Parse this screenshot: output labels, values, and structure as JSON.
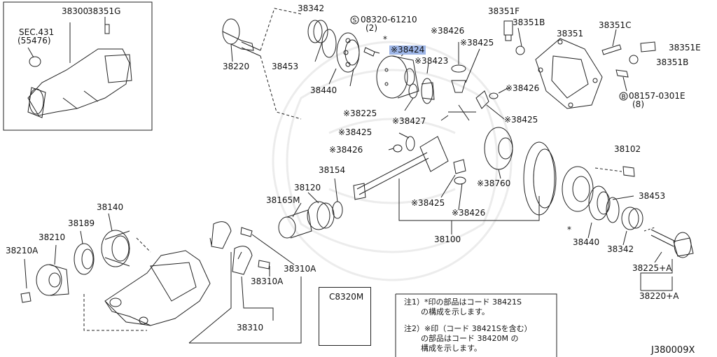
{
  "diagram_code": "J380009X",
  "inset": {
    "labels": {
      "assembly": "38300",
      "breather": "38351G",
      "sec_ref": "SEC.431",
      "sec_part": "(55476)"
    }
  },
  "labels": {
    "l38342_top": "38342",
    "l_bolt_code": "08320-61210",
    "l_bolt_qty": "(2)",
    "l38351F": "38351F",
    "l38351B_top": "38351B",
    "l38351": "38351",
    "l38351C": "38351C",
    "l38351E": "38351E",
    "l38351B_right": "38351B",
    "l_bolt2_code": "08157-0301E",
    "l_bolt2_qty": "(8)",
    "l38426_a": "※38426",
    "l38424": "※38424",
    "l38423": "※38423",
    "l38425_a": "※38425",
    "l38220": "38220",
    "l38453_top": "38453",
    "l38440_top": "38440",
    "l38225": "※38225",
    "l38427": "※38427",
    "l38426_b": "※38426",
    "l38425_b": "※38425",
    "l38425_c": "※38425",
    "l38426_c": "※38426",
    "l38154": "38154",
    "l38120": "38120",
    "l38165M": "38165M",
    "l38760": "※38760",
    "l38425_d": "※38425",
    "l38426_d": "※38426",
    "l38100": "38100",
    "l38102": "38102",
    "l38453_right": "38453",
    "l38440_right": "38440",
    "l38342_right": "38342",
    "l38225A": "38225+A",
    "l38220A": "38220+A",
    "l38140": "38140",
    "l38189": "38189",
    "l38210": "38210",
    "l38210A": "38210A",
    "l38310A_a": "38310A",
    "l38310A_b": "38310A",
    "l38310": "38310",
    "l_star_mark_a": "*",
    "l_star_mark_b": "*",
    "l_star_mark_c": "*"
  },
  "sealant": {
    "code": "C8320M"
  },
  "notes": {
    "note1_line1": "注1）*印の部品はコード 38421S",
    "note1_line2": "の構成を示します。",
    "note2_line1": "注2）※印（コード 38421Sを含む）",
    "note2_line2": "の部品はコード 38420M の",
    "note2_line3": "構成を示します。"
  },
  "colors": {
    "line": "#222222",
    "highlight": "#9fb7e8",
    "watermark": "#ececec"
  }
}
